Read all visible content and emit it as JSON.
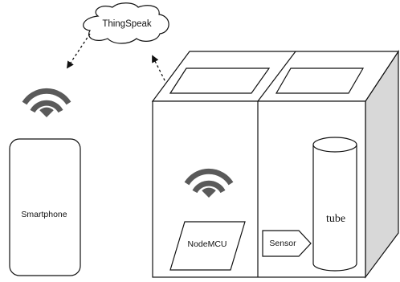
{
  "labels": {
    "cloud": "ThingSpeak",
    "phone": "Smartphone",
    "mcu": "NodeMCU",
    "sensor": "Sensor",
    "tube": "tube"
  },
  "colors": {
    "stroke": "#111111",
    "wifi": "#5a5a5a",
    "side_face": "#d8d8d8",
    "background": "#ffffff"
  },
  "icons": [
    "cloud-icon",
    "wifi-icon",
    "arrow-icon"
  ]
}
